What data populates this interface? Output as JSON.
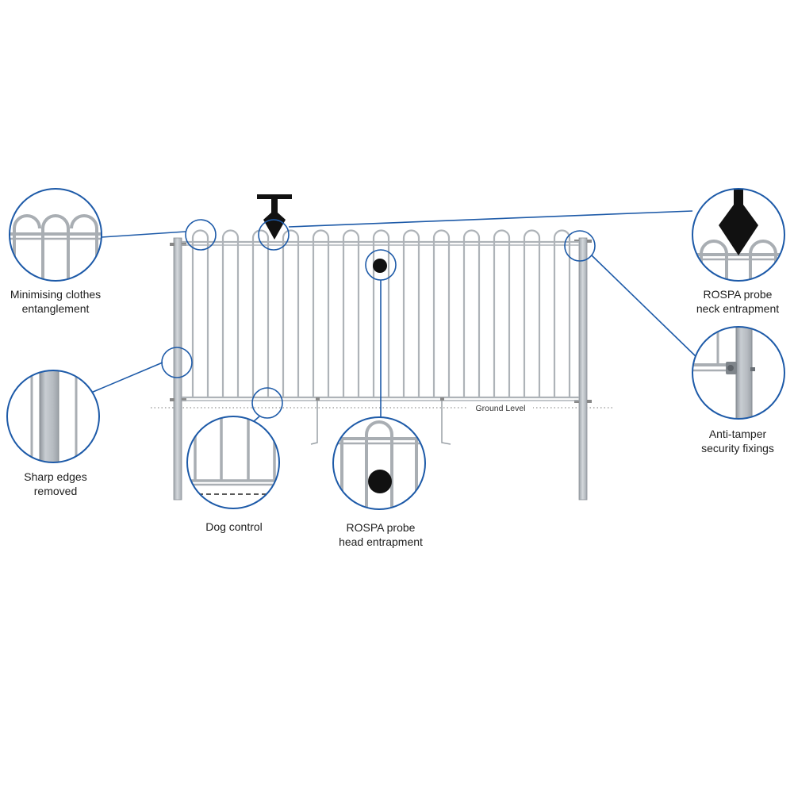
{
  "ground_level": "Ground Level",
  "colors": {
    "callout_blue": "#1d5aa8",
    "metal": "#b9bec4",
    "metal_dark": "#8f959c",
    "probe": "#111111"
  },
  "callouts": {
    "clothes": {
      "line1": "Minimising clothes",
      "line2": "entanglement"
    },
    "sharp": {
      "line1": "Sharp edges",
      "line2": "removed"
    },
    "dog": {
      "line1": "Dog control"
    },
    "head": {
      "line1": "ROSPA probe",
      "line2": "head entrapment"
    },
    "neck": {
      "line1": "ROSPA probe",
      "line2": "neck entrapment"
    },
    "tamper": {
      "line1": "Anti-tamper",
      "line2": "security fixings"
    }
  }
}
